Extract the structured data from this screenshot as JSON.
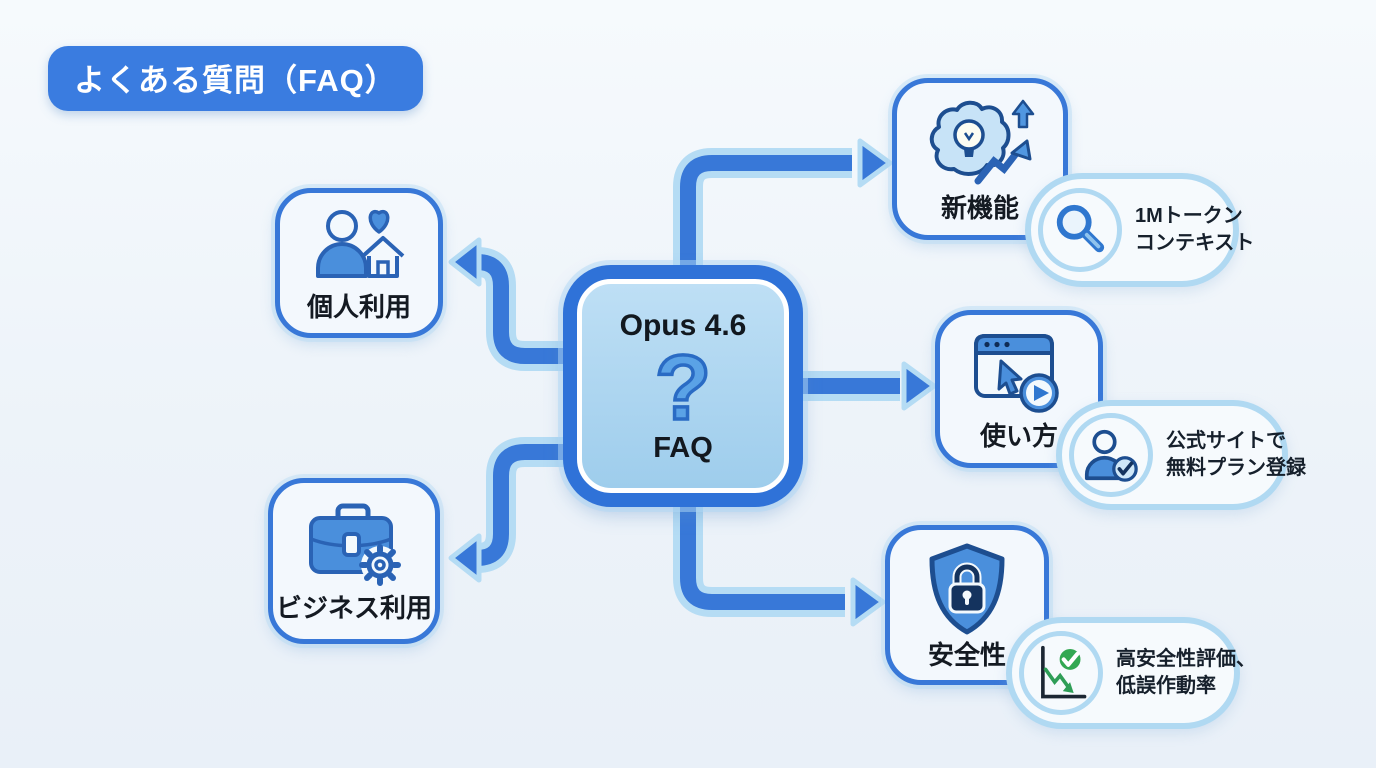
{
  "title_badge": {
    "text": "よくある質問（FAQ）"
  },
  "center_node": {
    "title": "Opus 4.6",
    "question_glyph": "?",
    "subtitle": "FAQ",
    "icon": "question-mark-icon"
  },
  "branches": {
    "personal": {
      "label": "個人利用",
      "icon": "person-home-heart-icon"
    },
    "business": {
      "label": "ビジネス利用",
      "icon": "briefcase-gear-icon"
    },
    "new_features": {
      "label": "新機能",
      "icon": "brain-growth-icon",
      "detail": {
        "icon": "magnifier-icon",
        "line1": "1Mトークン",
        "line2": "コンテキスト"
      }
    },
    "how_to_use": {
      "label": "使い方",
      "icon": "browser-play-icon",
      "detail": {
        "icon": "person-check-icon",
        "line1": "公式サイトで",
        "line2": "無料プラン登録"
      }
    },
    "safety": {
      "label": "安全性",
      "icon": "shield-lock-icon",
      "detail": {
        "icon": "chart-down-check-icon",
        "line1": "高安全性評価、",
        "line2": "低誤作動率"
      }
    }
  },
  "colors": {
    "background": "#eff4fa",
    "accent_blue": "#3a7ce0",
    "connector_blue": "#3878d8",
    "connector_glow": "#b5dcf4",
    "node_border": "#3878d8",
    "node_fill": "#f3f8fd",
    "center_border": "#2f72d8",
    "center_fill": "#a9d4ef",
    "bubble_border": "#b0d9f2",
    "text_dark": "#141a22",
    "check_green": "#33a852"
  }
}
